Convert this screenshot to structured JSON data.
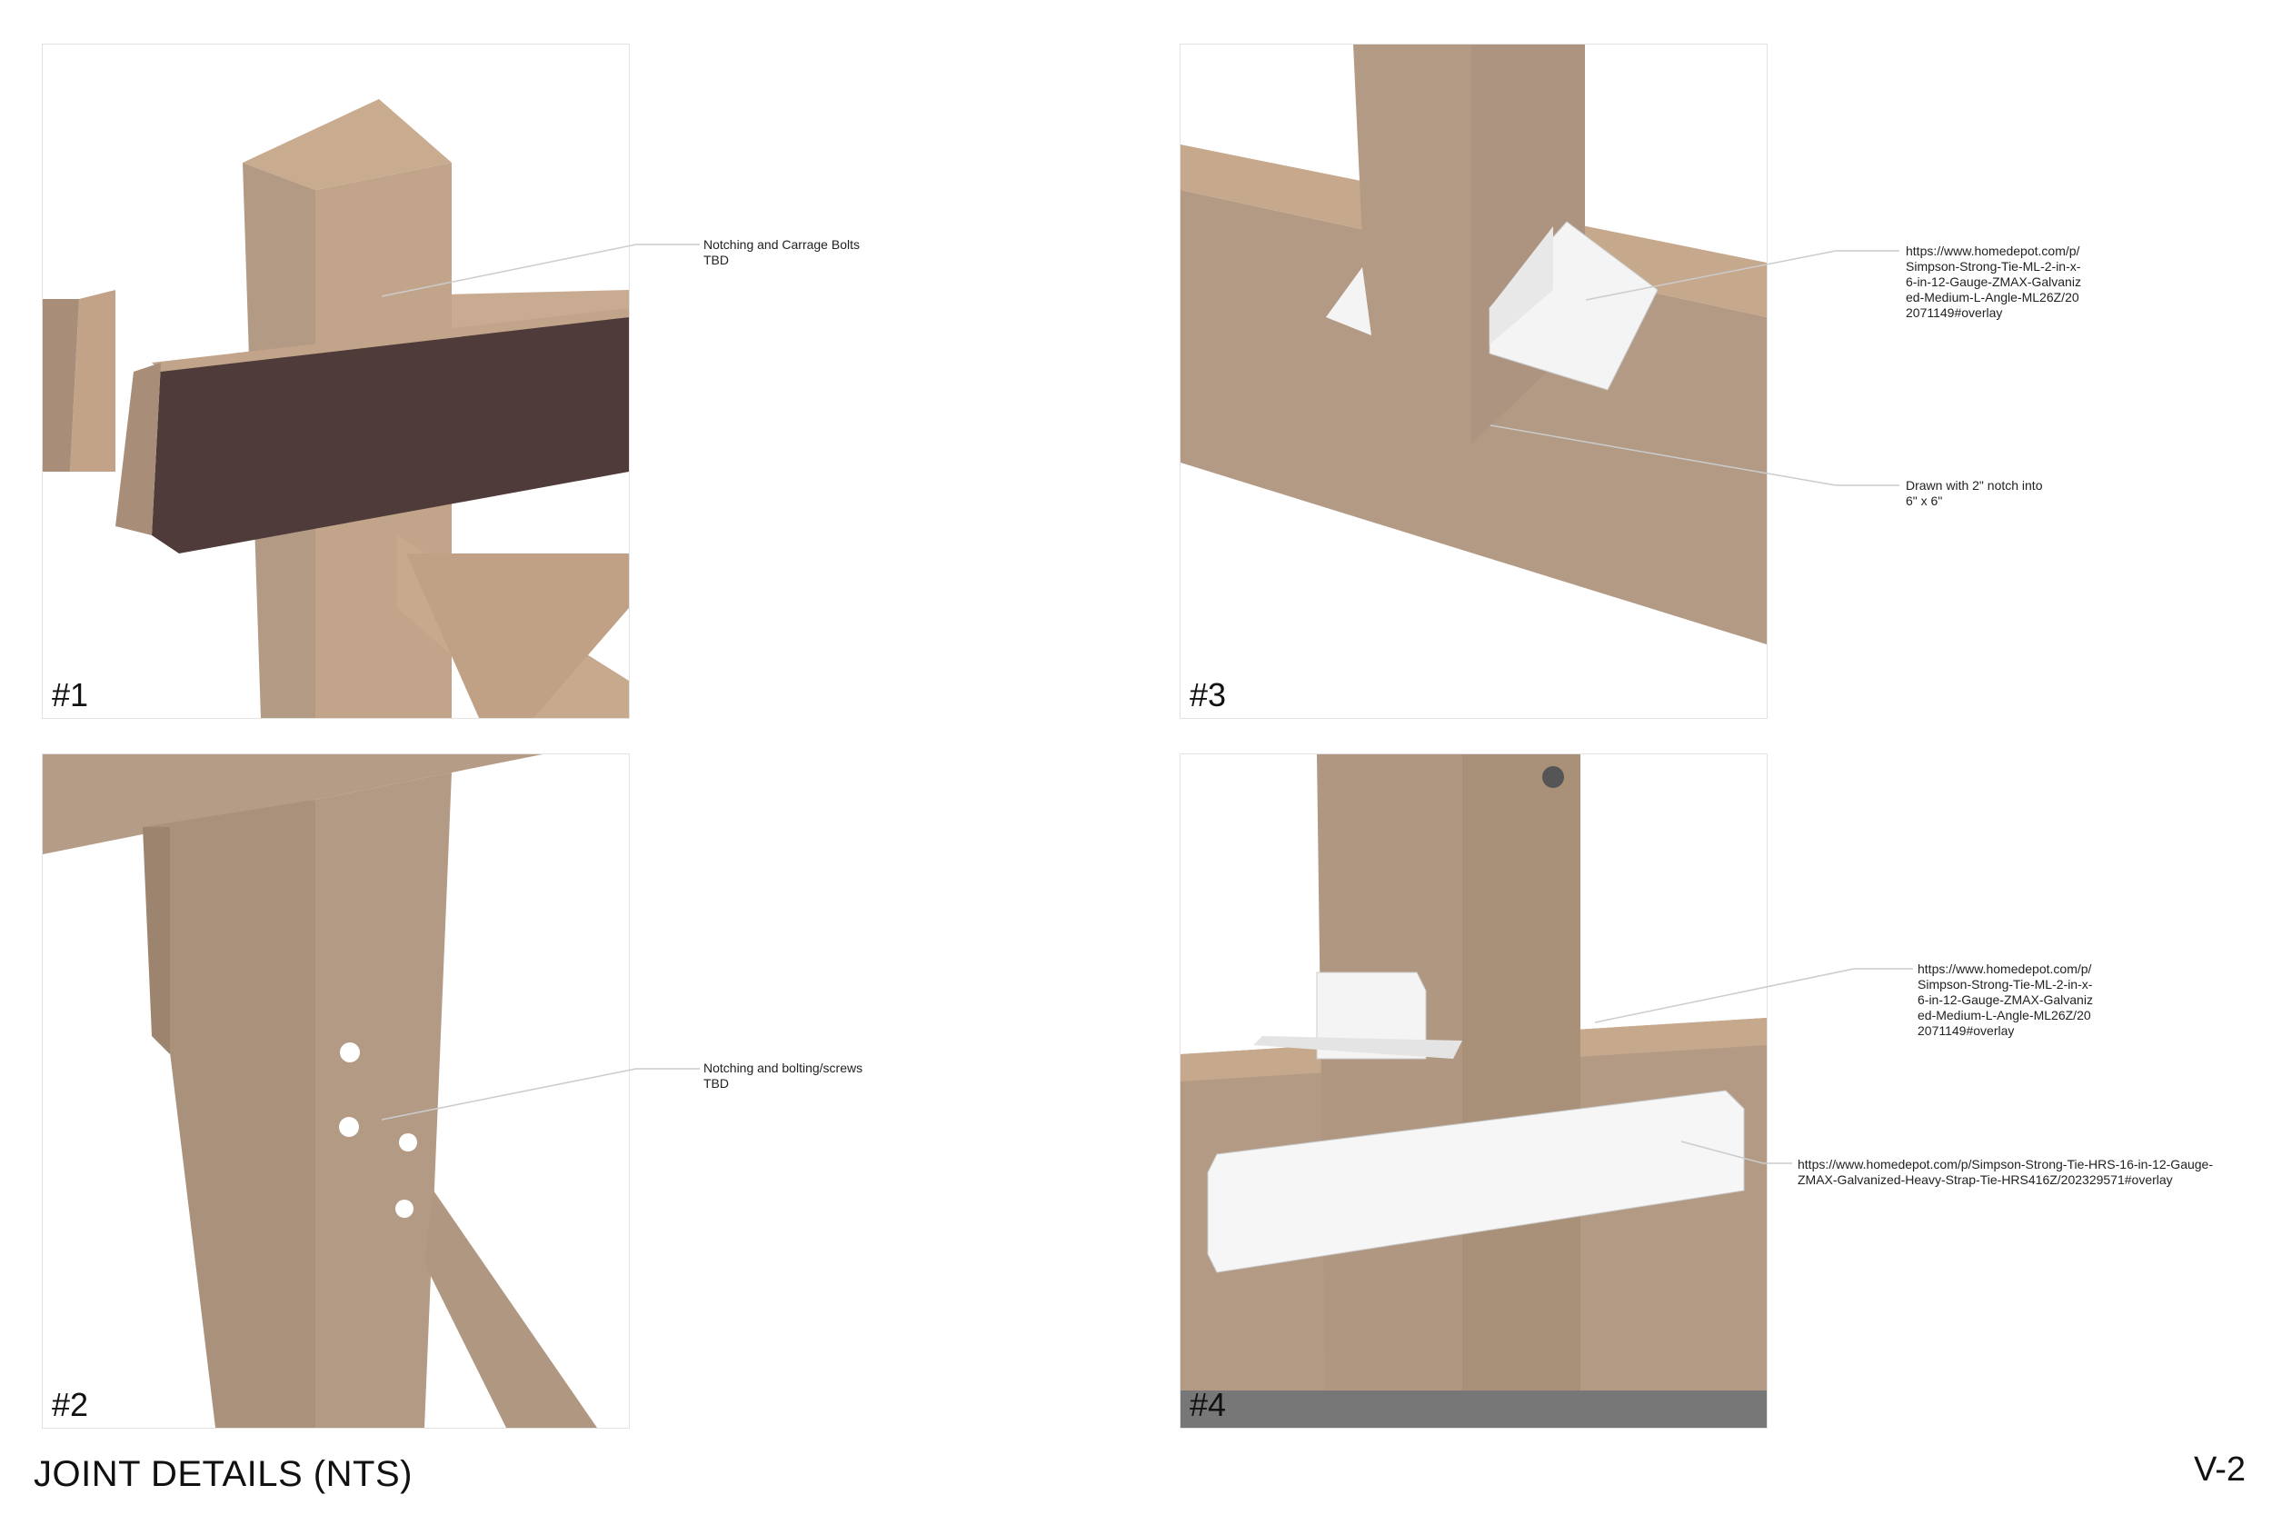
{
  "sheet": {
    "title": "JOINT DETAILS (NTS)",
    "number": "V-2"
  },
  "panels": [
    {
      "label": "#1",
      "notes": [
        "Notching and Carrage Bolts\nTBD"
      ]
    },
    {
      "label": "#2",
      "notes": [
        "Notching and bolting/screws\nTBD"
      ]
    },
    {
      "label": "#3",
      "notes": [
        "https://www.homedepot.com/p/\nSimpson-Strong-Tie-ML-2-in-x-\n6-in-12-Gauge-ZMAX-Galvaniz\ned-Medium-L-Angle-ML26Z/20\n2071149#overlay",
        "Drawn with 2\" notch into\n6\" x 6\""
      ]
    },
    {
      "label": "#4",
      "notes": [
        "https://www.homedepot.com/p/\nSimpson-Strong-Tie-ML-2-in-x-\n6-in-12-Gauge-ZMAX-Galvaniz\ned-Medium-L-Angle-ML26Z/20\n2071149#overlay",
        "https://www.homedepot.com/p/Simpson-Strong-Tie-HRS-16-in-12-Gauge-\nZMAX-Galvanized-Heavy-Strap-Tie-HRS416Z/202329571#overlay"
      ]
    }
  ],
  "colors": {
    "wood_light": "#c7a98d",
    "wood_mid": "#b39a85",
    "wood_dark": "#a08672",
    "beam_dark": "#4d3b39",
    "steel": "#f4f4f4"
  }
}
